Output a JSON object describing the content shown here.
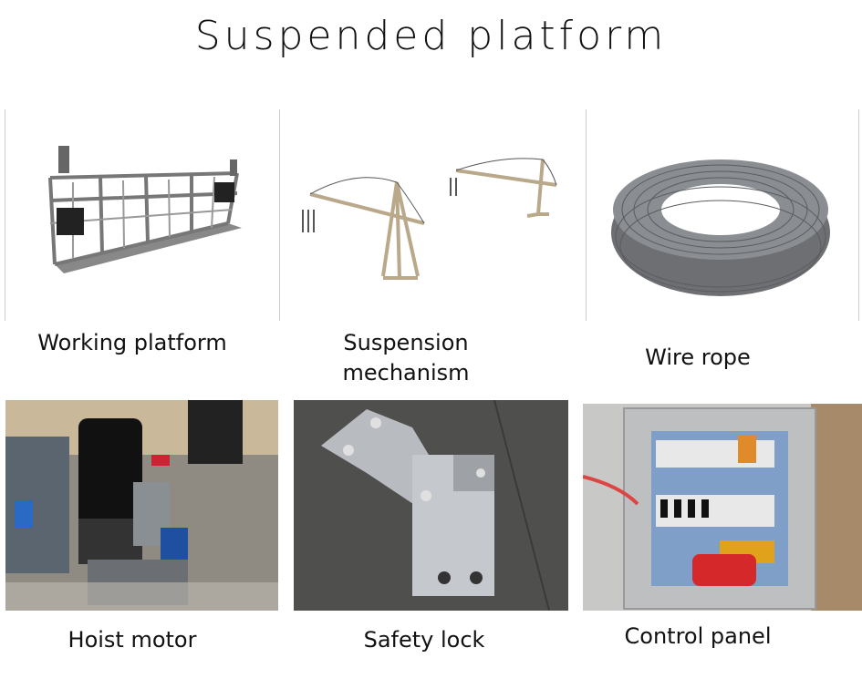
{
  "title": "Suspended platform",
  "items": [
    {
      "label": "Working platform"
    },
    {
      "label_line1": "Suspension",
      "label_line2": "mechanism"
    },
    {
      "label": "Wire rope"
    },
    {
      "label": "Hoist motor"
    },
    {
      "label": "Safety lock"
    },
    {
      "label": "Control panel"
    }
  ]
}
